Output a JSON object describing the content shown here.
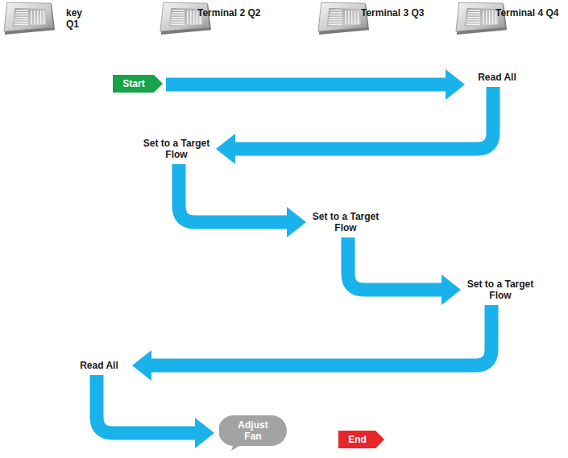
{
  "diagram": {
    "nodes": [
      {
        "text": [
          "key Q1"
        ]
      },
      {
        "text": [
          "Terminal 2 Q2"
        ]
      },
      {
        "text": [
          "Terminal 3 Q3"
        ]
      },
      {
        "text": [
          "Terminal 4 Q4"
        ]
      },
      {
        "text": [
          "Start"
        ]
      },
      {
        "text": [
          "Read All"
        ]
      },
      {
        "text": [
          "Set to a Target Flow"
        ]
      },
      {
        "text": [
          "Set to a Target Flow"
        ]
      },
      {
        "text": [
          "Set to a Target Flow"
        ]
      },
      {
        "text": [
          "Read All"
        ]
      },
      {
        "text": [
          "Adjust Fan"
        ]
      },
      {
        "text": [
          "End"
        ]
      }
    ],
    "edges": [
      {
        "from": 4,
        "to": 5,
        "arrow": "to"
      },
      {
        "from": 5,
        "to": 6,
        "arrow": "to"
      },
      {
        "from": 6,
        "to": 7,
        "arrow": "to"
      },
      {
        "from": 7,
        "to": 8,
        "arrow": "to"
      },
      {
        "from": 8,
        "to": 9,
        "arrow": "to"
      },
      {
        "from": 9,
        "to": 10,
        "arrow": "to"
      }
    ]
  }
}
